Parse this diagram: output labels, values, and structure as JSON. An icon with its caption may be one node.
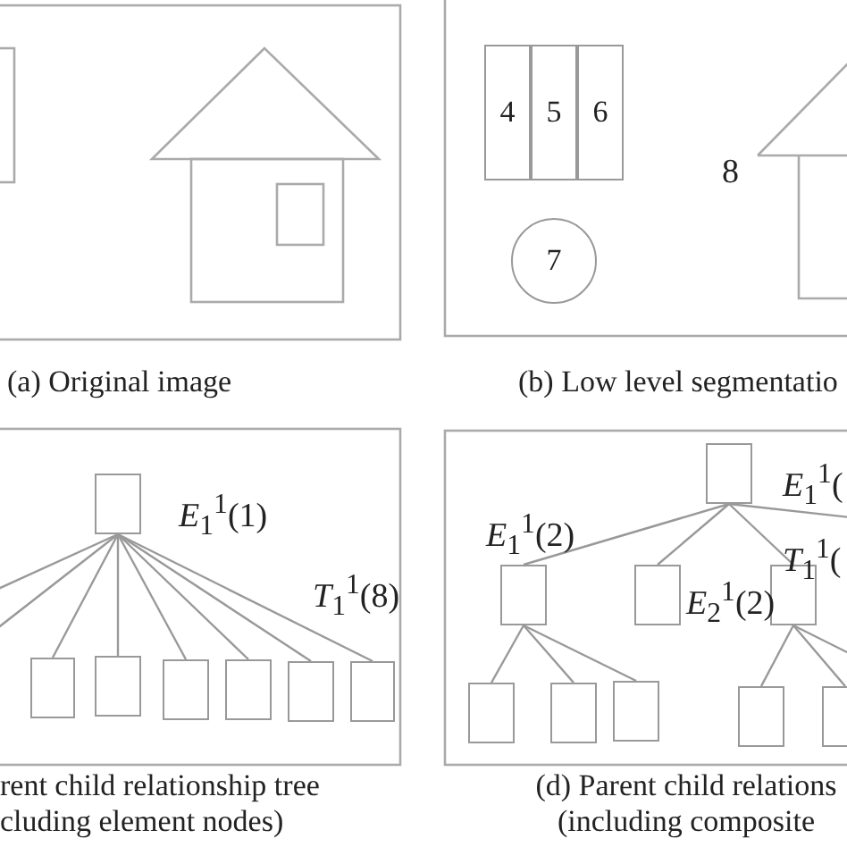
{
  "diagram": {
    "nodes": [
      {
        "text": [
          "4"
        ]
      },
      {
        "text": [
          "5"
        ]
      },
      {
        "text": [
          "6"
        ]
      },
      {
        "text": [
          "7"
        ]
      },
      {
        "text": [],
        "shape": "box",
        "beside": [
          "*E*$_{1}$$^{1}$(1)"
        ]
      },
      {
        "text": [],
        "shape": "box"
      },
      {
        "text": [],
        "shape": "box"
      },
      {
        "text": [],
        "shape": "box"
      },
      {
        "text": [],
        "shape": "box"
      },
      {
        "text": [],
        "shape": "box"
      },
      {
        "text": [],
        "shape": "box"
      },
      {
        "text": [],
        "shape": "box",
        "beside": [
          "*E*$_{1}$$^{1}$("
        ]
      },
      {
        "text": [],
        "shape": "box",
        "beside": [
          "*E*$_{1}$$^{1}$(2)"
        ]
      },
      {
        "text": [],
        "shape": "box"
      },
      {
        "text": [],
        "shape": "box",
        "beside": [
          "*E*$_{2}$$^{1}$(2)"
        ]
      },
      {
        "text": [],
        "shape": "box"
      },
      {
        "text": [],
        "shape": "box"
      },
      {
        "text": [],
        "shape": "box"
      },
      {
        "text": [],
        "shape": "box"
      },
      {
        "text": [],
        "shape": "box"
      }
    ],
    "edges": [
      {
        "from": 4,
        "to": null,
        "arrow": "none"
      },
      {
        "from": 4,
        "to": null,
        "arrow": "none"
      },
      {
        "from": 4,
        "to": 5,
        "arrow": "none"
      },
      {
        "from": 4,
        "to": 6,
        "arrow": "none"
      },
      {
        "from": 4,
        "to": 7,
        "arrow": "none"
      },
      {
        "from": 4,
        "to": 8,
        "arrow": "none"
      },
      {
        "from": 4,
        "to": 9,
        "arrow": "none"
      },
      {
        "from": 4,
        "to": 10,
        "arrow": "none"
      },
      {
        "from": 11,
        "to": 12,
        "arrow": "none"
      },
      {
        "from": 11,
        "to": 13,
        "arrow": "none"
      },
      {
        "from": 11,
        "to": 14,
        "arrow": "none"
      },
      {
        "from": 11,
        "to": null,
        "arrow": "none"
      },
      {
        "from": 12,
        "to": 15,
        "arrow": "none"
      },
      {
        "from": 12,
        "to": 16,
        "arrow": "none"
      },
      {
        "from": 12,
        "to": 17,
        "arrow": "none"
      },
      {
        "from": 14,
        "to": 18,
        "arrow": "none"
      },
      {
        "from": 14,
        "to": 19,
        "arrow": "none"
      },
      {
        "from": 14,
        "to": null,
        "arrow": "none"
      }
    ],
    "labels": [
      "8",
      "(a) Original image",
      "(b) Low level segmentatio",
      "*T*$_{1}$$^{1}$(8)",
      "*T*$_{1}$$^{1}$(",
      "rent child relationship tree cluding element nodes)",
      "(d) Parent child relations (including composite"
    ]
  }
}
